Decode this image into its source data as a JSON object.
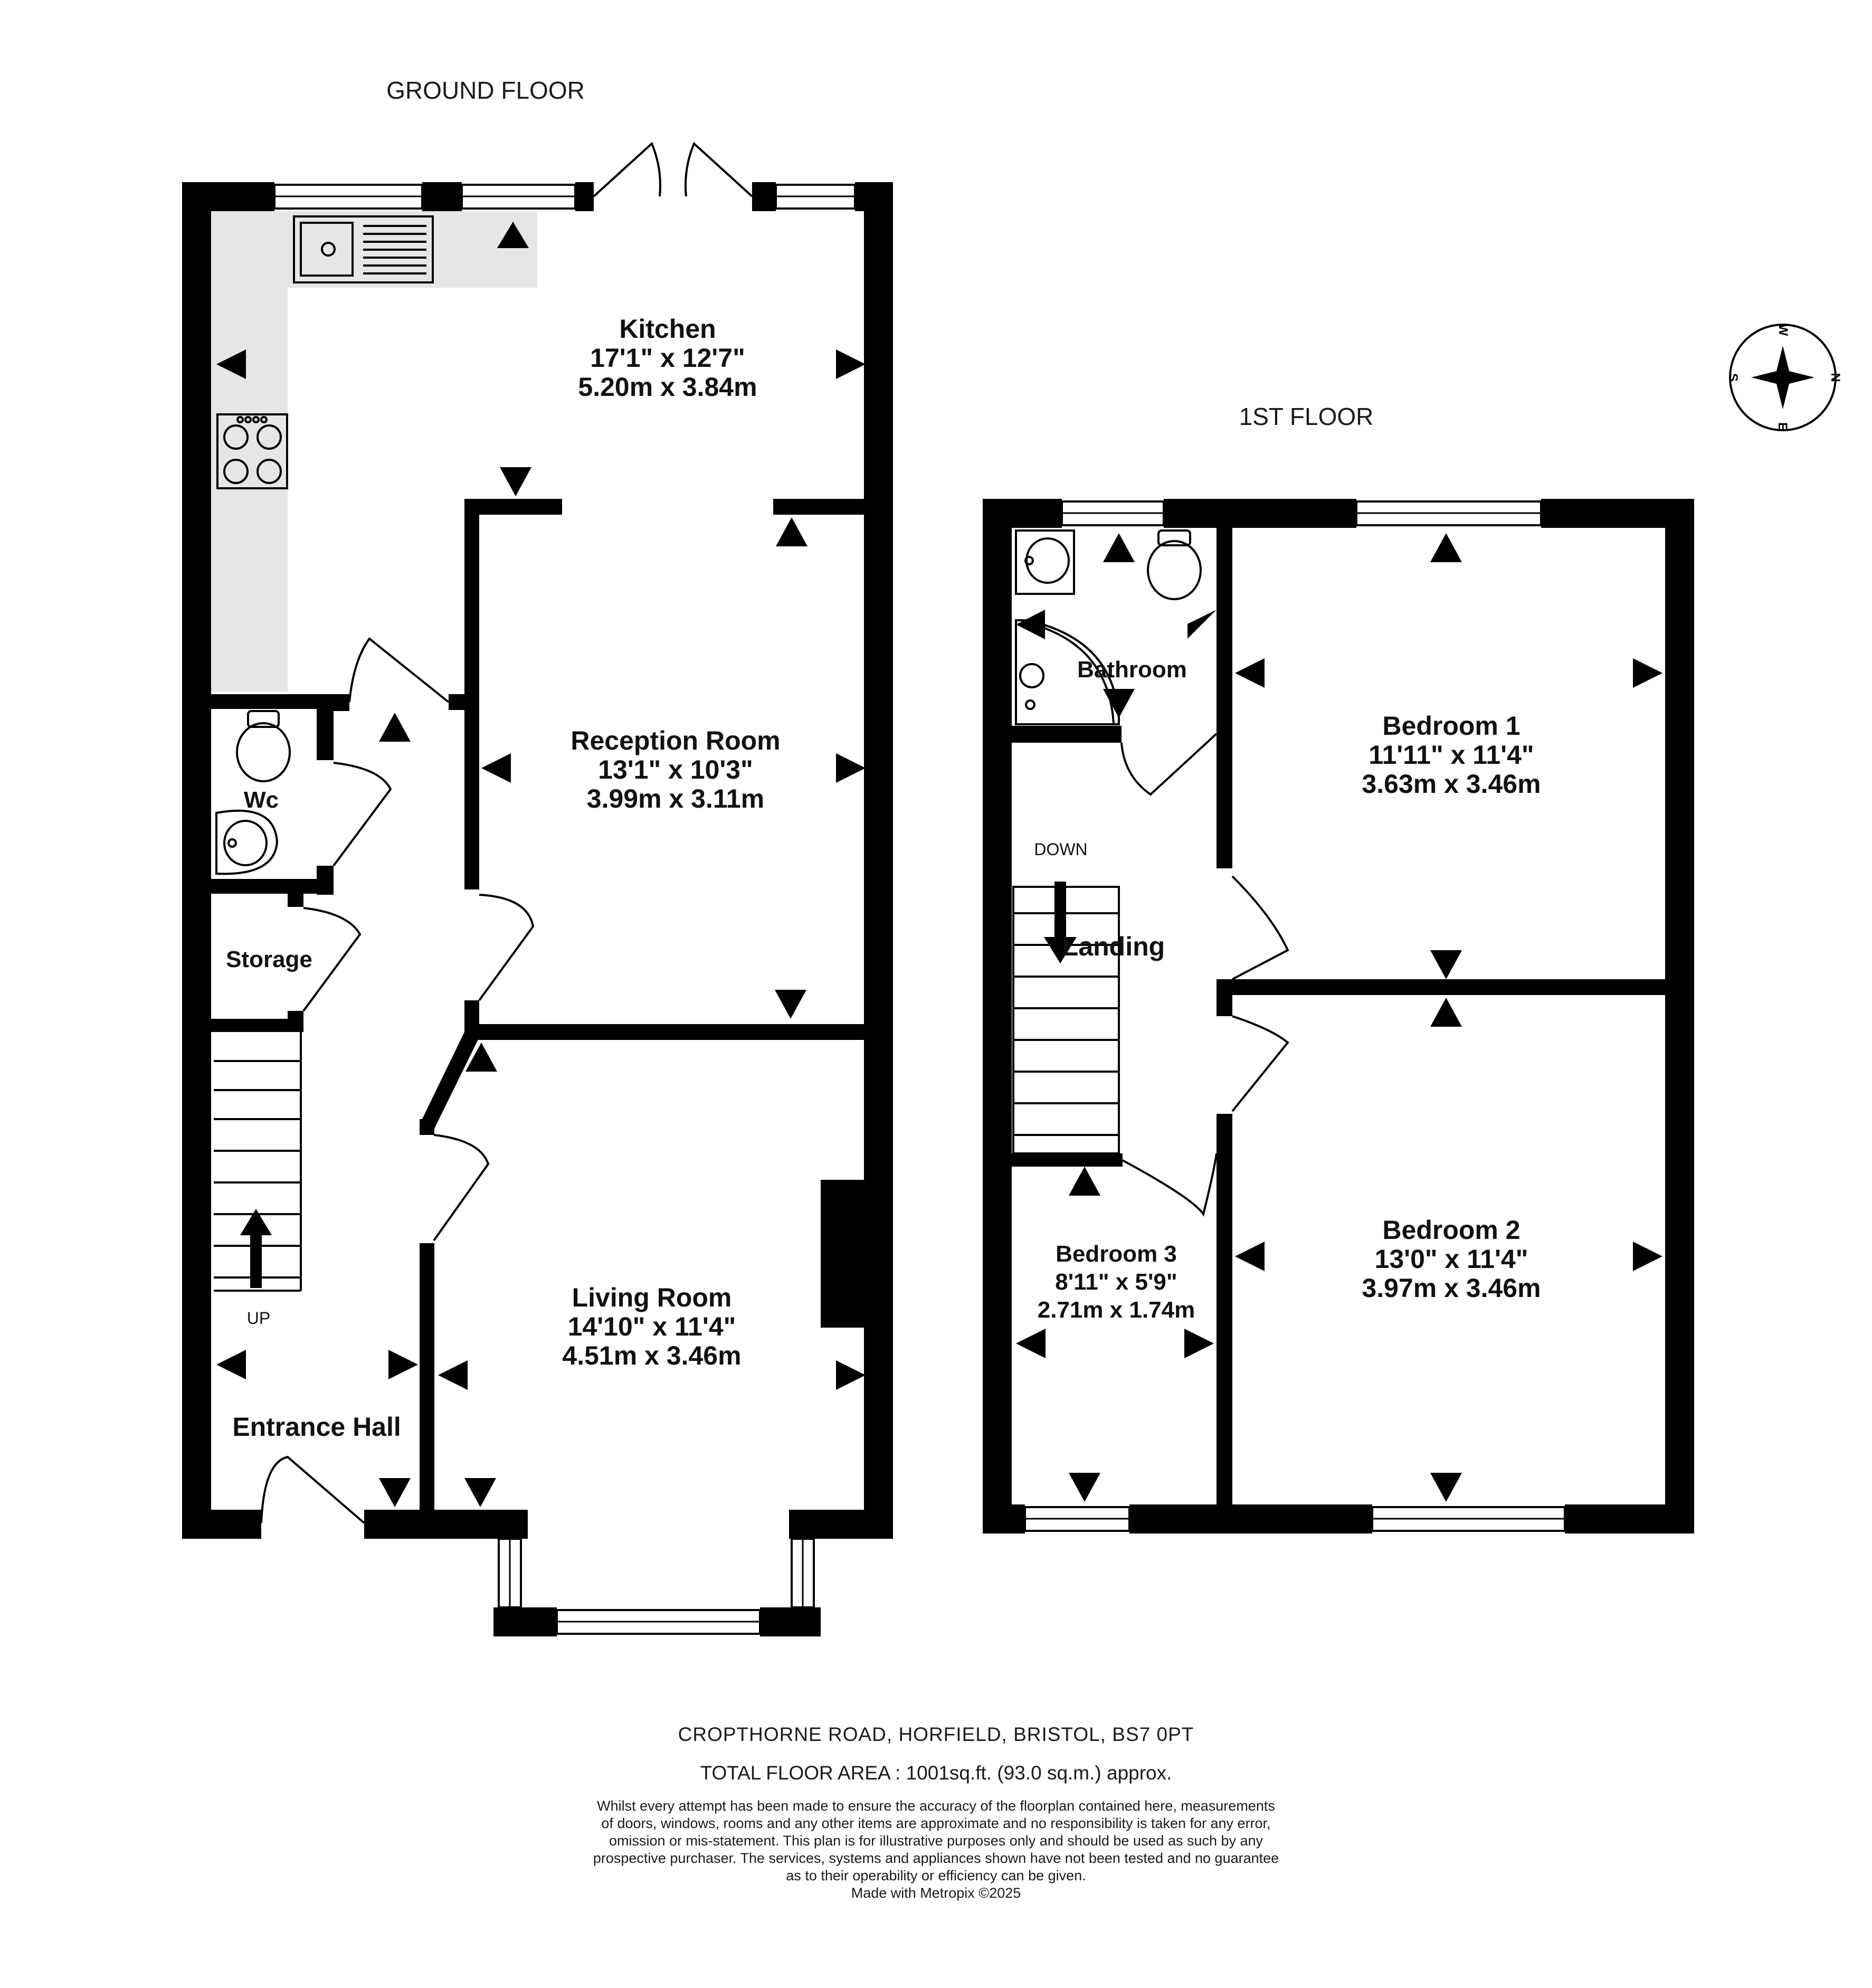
{
  "ground_floor": {
    "title": "GROUND FLOOR",
    "rooms": [
      {
        "name": "Kitchen",
        "imperial": "17'1\"  x 12'7\"",
        "metric": "5.20m  x 3.84m"
      },
      {
        "name": "Reception Room",
        "imperial": "13'1\"  x 10'3\"",
        "metric": "3.99m  x 3.11m"
      },
      {
        "name": "Living Room",
        "imperial": "14'10\"  x 11'4\"",
        "metric": "4.51m  x 3.46m"
      },
      {
        "name": "Wc"
      },
      {
        "name": "Storage"
      },
      {
        "name": "Entrance Hall"
      }
    ],
    "stairs_label": "UP"
  },
  "first_floor": {
    "title": "1ST FLOOR",
    "rooms": [
      {
        "name": "Bathroom"
      },
      {
        "name": "Bedroom 1",
        "imperial": "11'11\"  x 11'4\"",
        "metric": "3.63m  x 3.46m"
      },
      {
        "name": "Landing"
      },
      {
        "name": "Bedroom 2",
        "imperial": "13'0\"  x 11'4\"",
        "metric": "3.97m  x 3.46m"
      },
      {
        "name": "Bedroom 3",
        "imperial": "8'11\"  x 5'9\"",
        "metric": "2.71m  x 1.74m"
      }
    ],
    "stairs_label": "DOWN"
  },
  "compass": {
    "n": "N",
    "e": "E",
    "s": "S",
    "w": "W"
  },
  "footer": {
    "address": "CROPTHORNE ROAD, HORFIELD, BRISTOL, BS7 0PT",
    "total_area": "TOTAL FLOOR AREA : 1001sq.ft. (93.0 sq.m.) approx.",
    "disclaimer": [
      "Whilst every attempt has been made to ensure the accuracy of the floorplan contained here, measurements",
      "of doors, windows, rooms and any other items are approximate and no responsibility is taken for any error,",
      "omission or mis-statement. This plan is for illustrative purposes only and should be used as such by any",
      "prospective purchaser. The services, systems and appliances shown have not been tested and no guarantee",
      "as to their operability or efficiency can be given."
    ],
    "credit": "Made with Metropix ©2025"
  }
}
